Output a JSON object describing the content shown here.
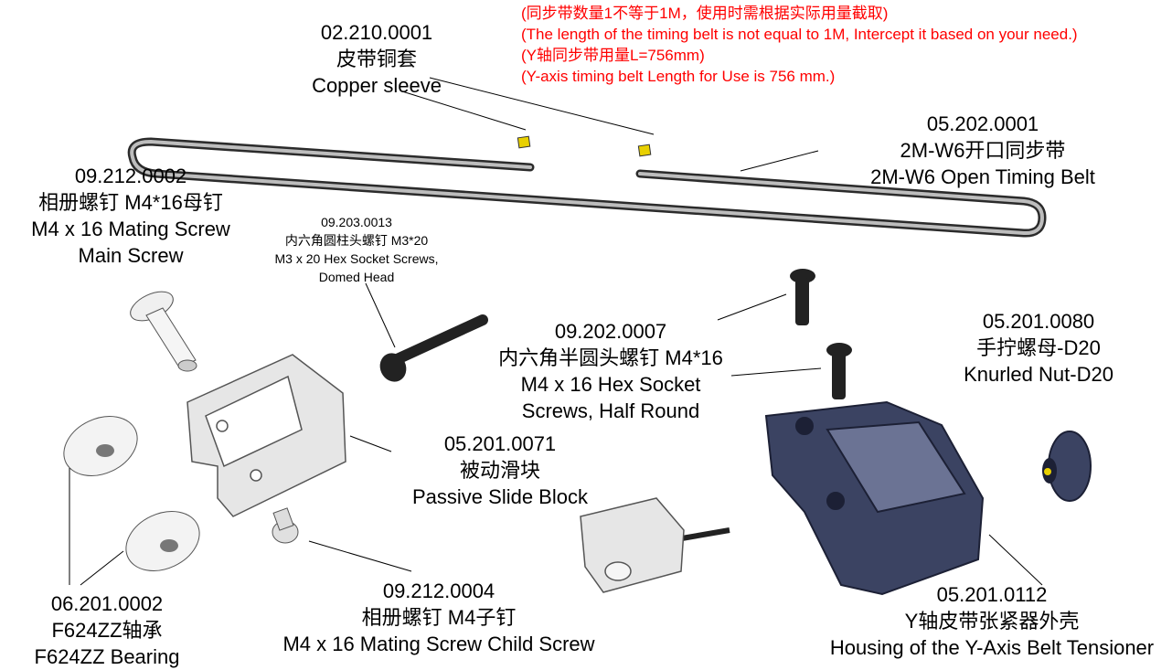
{
  "note": {
    "lines": [
      "(同步带数量1不等于1M，使用时需根据实际用量截取)",
      "(The length of the timing belt is not equal to 1M, Intercept it based on your need.)",
      "(Y轴同步带用量L=756mm)",
      "(Y-axis timing belt Length for Use is 756 mm.)"
    ],
    "color": "#ff0000"
  },
  "parts": {
    "copper_sleeve": {
      "code": "02.210.0001",
      "cn": "皮带铜套",
      "en": "Copper sleeve"
    },
    "timing_belt": {
      "code": "05.202.0001",
      "cn": "2M-W6开口同步带",
      "en": "2M-W6 Open Timing Belt"
    },
    "main_screw": {
      "code": "09.212.0002",
      "cn": "相册螺钉 M4*16母钉",
      "en": "M4 x 16 Mating Screw",
      "en2": "Main Screw"
    },
    "m3_screw": {
      "code": "09.203.0013",
      "cn": "内六角圆柱头螺钉 M3*20",
      "en": "M3 x 20 Hex Socket Screws,",
      "en2": "Domed Head"
    },
    "m4_hex_screw": {
      "code": "09.202.0007",
      "cn": "内六角半圆头螺钉 M4*16",
      "en": "M4 x 16 Hex Socket",
      "en2": "Screws, Half Round"
    },
    "knurled_nut": {
      "code": "05.201.0080",
      "cn": "手拧螺母-D20",
      "en": "Knurled Nut-D20"
    },
    "slide_block": {
      "code": "05.201.0071",
      "cn": "被动滑块",
      "en": "Passive Slide Block"
    },
    "bearing": {
      "code": "06.201.0002",
      "cn": "F624ZZ轴承",
      "en": "F624ZZ Bearing"
    },
    "child_screw": {
      "code": "09.212.0004",
      "cn": "相册螺钉 M4子钉",
      "en": "M4 x 16 Mating Screw Child Screw"
    },
    "housing": {
      "code": "05.201.0112",
      "cn": "Y轴皮带张紧器外壳",
      "en": "Housing of the Y-Axis Belt Tensioner"
    }
  }
}
